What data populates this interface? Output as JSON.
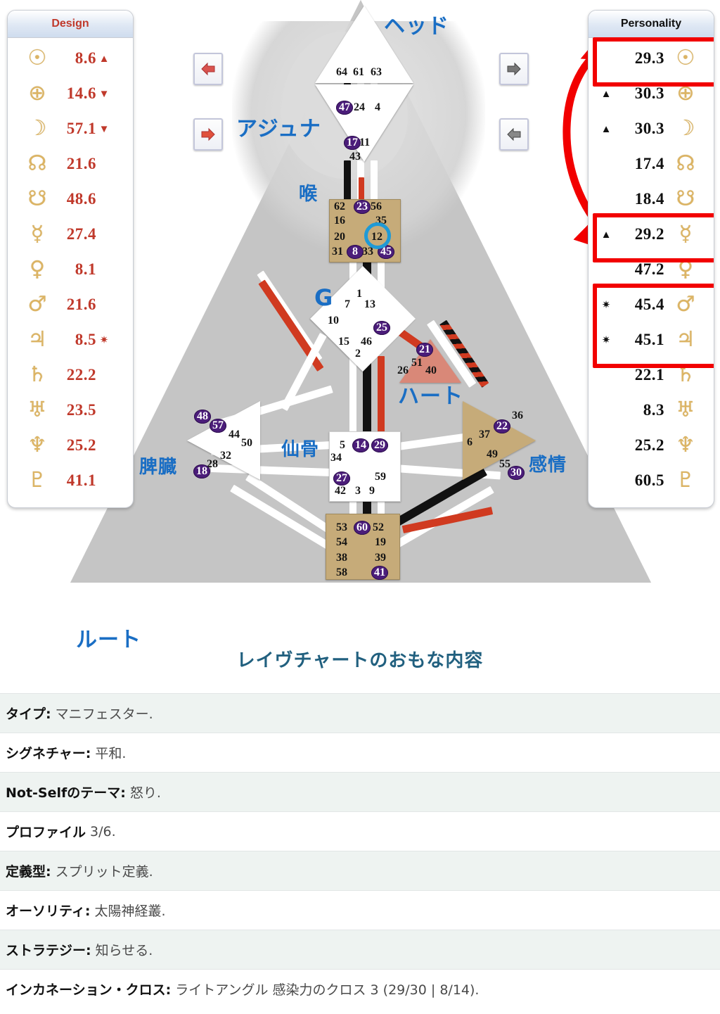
{
  "design_panel": {
    "title": "Design",
    "accent_color": "#c0392b",
    "rows": [
      {
        "glyph": "☉",
        "icon": "sun-icon",
        "value": "8.6",
        "mark": "▲"
      },
      {
        "glyph": "⊕",
        "icon": "earth-icon",
        "value": "14.6",
        "mark": "▼"
      },
      {
        "glyph": "☽",
        "icon": "moon-icon",
        "value": "57.1",
        "mark": "▼"
      },
      {
        "glyph": "☊",
        "icon": "north-node-icon",
        "value": "21.6",
        "mark": ""
      },
      {
        "glyph": "☋",
        "icon": "south-node-icon",
        "value": "48.6",
        "mark": ""
      },
      {
        "glyph": "☿",
        "icon": "mercury-icon",
        "value": "27.4",
        "mark": ""
      },
      {
        "glyph": "♀",
        "icon": "venus-icon",
        "value": "8.1",
        "mark": ""
      },
      {
        "glyph": "♂",
        "icon": "mars-icon",
        "value": "21.6",
        "mark": ""
      },
      {
        "glyph": "♃",
        "icon": "jupiter-icon",
        "value": "8.5",
        "mark": "✷"
      },
      {
        "glyph": "♄",
        "icon": "saturn-icon",
        "value": "22.2",
        "mark": ""
      },
      {
        "glyph": "♅",
        "icon": "uranus-icon",
        "value": "23.5",
        "mark": ""
      },
      {
        "glyph": "♆",
        "icon": "neptune-icon",
        "value": "25.2",
        "mark": ""
      },
      {
        "glyph": "♇",
        "icon": "pluto-icon",
        "value": "41.1",
        "mark": ""
      }
    ]
  },
  "personality_panel": {
    "title": "Personality",
    "accent_color": "#111111",
    "highlight_color": "#f20000",
    "rows": [
      {
        "glyph": "☉",
        "icon": "sun-icon",
        "value": "29.3",
        "mark": "",
        "highlighted": true
      },
      {
        "glyph": "⊕",
        "icon": "earth-icon",
        "value": "30.3",
        "mark": "▲",
        "highlighted": false
      },
      {
        "glyph": "☽",
        "icon": "moon-icon",
        "value": "30.3",
        "mark": "▲",
        "highlighted": false
      },
      {
        "glyph": "☊",
        "icon": "north-node-icon",
        "value": "17.4",
        "mark": "",
        "highlighted": false
      },
      {
        "glyph": "☋",
        "icon": "south-node-icon",
        "value": "18.4",
        "mark": "",
        "highlighted": false
      },
      {
        "glyph": "☿",
        "icon": "mercury-icon",
        "value": "29.2",
        "mark": "▲",
        "highlighted": true
      },
      {
        "glyph": "♀",
        "icon": "venus-icon",
        "value": "47.2",
        "mark": "",
        "highlighted": false
      },
      {
        "glyph": "♂",
        "icon": "mars-icon",
        "value": "45.4",
        "mark": "✷",
        "highlighted": true
      },
      {
        "glyph": "♃",
        "icon": "jupiter-icon",
        "value": "45.1",
        "mark": "✷",
        "highlighted": true
      },
      {
        "glyph": "♄",
        "icon": "saturn-icon",
        "value": "22.1",
        "mark": "",
        "highlighted": false
      },
      {
        "glyph": "♅",
        "icon": "uranus-icon",
        "value": "8.3",
        "mark": "",
        "highlighted": false
      },
      {
        "glyph": "♆",
        "icon": "neptune-icon",
        "value": "25.2",
        "mark": "",
        "highlighted": false
      },
      {
        "glyph": "♇",
        "icon": "pluto-icon",
        "value": "60.5",
        "mark": "",
        "highlighted": false
      }
    ]
  },
  "nav_buttons": [
    {
      "name": "design-prev-button",
      "direction": "left",
      "color": "red"
    },
    {
      "name": "design-next-button",
      "direction": "right",
      "color": "red"
    },
    {
      "name": "personality-next-button",
      "direction": "right",
      "color": "gray"
    },
    {
      "name": "personality-prev-button",
      "direction": "left",
      "color": "gray"
    }
  ],
  "center_labels": [
    {
      "key": "head",
      "text": "ヘッド"
    },
    {
      "key": "ajna",
      "text": "アジュナ"
    },
    {
      "key": "throat",
      "text": "喉"
    },
    {
      "key": "g",
      "text": "G"
    },
    {
      "key": "heart",
      "text": "ハート"
    },
    {
      "key": "spleen",
      "text": "脾臓"
    },
    {
      "key": "sacral",
      "text": "仙骨"
    },
    {
      "key": "solar_plexus",
      "text": "感情"
    },
    {
      "key": "root",
      "text": "ルート"
    }
  ],
  "bodygraph": {
    "head": {
      "gates": [
        "64",
        "61",
        "63"
      ],
      "defined": false,
      "color": "#ffffff"
    },
    "ajna": {
      "gates": [
        "47",
        "24",
        "4",
        "17",
        "11",
        "43"
      ],
      "defined": false,
      "color": "#ffffff"
    },
    "throat": {
      "gates": [
        "62",
        "23",
        "56",
        "16",
        "35",
        "20",
        "12",
        "31",
        "8",
        "33",
        "45"
      ],
      "defined": true,
      "color": "#c6ab79"
    },
    "g": {
      "gates": [
        "1",
        "7",
        "13",
        "10",
        "25",
        "15",
        "46",
        "2"
      ],
      "defined": false,
      "color": "#ffffff"
    },
    "heart": {
      "gates": [
        "21",
        "51",
        "26",
        "40"
      ],
      "defined": true,
      "color": "#d98878"
    },
    "spleen": {
      "gates": [
        "48",
        "57",
        "44",
        "50",
        "32",
        "28",
        "18"
      ],
      "defined": false,
      "color": "#ffffff"
    },
    "sacral": {
      "gates": [
        "5",
        "14",
        "29",
        "34",
        "27",
        "59",
        "42",
        "3",
        "9"
      ],
      "defined": false,
      "color": "#ffffff"
    },
    "solar_plexus": {
      "gates": [
        "36",
        "22",
        "6",
        "37",
        "49",
        "55",
        "30"
      ],
      "defined": true,
      "color": "#c6ab79"
    },
    "root": {
      "gates": [
        "53",
        "60",
        "52",
        "54",
        "19",
        "38",
        "39",
        "58",
        "41"
      ],
      "defined": true,
      "color": "#c6ab79"
    },
    "activated_gates": [
      "47",
      "17",
      "23",
      "8",
      "45",
      "25",
      "21",
      "48",
      "57",
      "18",
      "14",
      "29",
      "27",
      "22",
      "30",
      "60",
      "41"
    ]
  },
  "summary": {
    "title": "レイヴチャートのおもな内容",
    "rows": [
      {
        "label": "タイプ:",
        "value": "マニフェスター."
      },
      {
        "label": "シグネチャー:",
        "value": "平和."
      },
      {
        "label": "Not-Selfのテーマ:",
        "value": "怒り."
      },
      {
        "label": "プロファイル",
        "value": "3/6."
      },
      {
        "label": "定義型:",
        "value": "スプリット定義."
      },
      {
        "label": "オーソリティ:",
        "value": "太陽神経叢."
      },
      {
        "label": "ストラテジー:",
        "value": "知らせる."
      },
      {
        "label": "インカネーション・クロス:",
        "value": "ライトアングル 感染力のクロス 3 (29/30 | 8/14)."
      }
    ]
  }
}
